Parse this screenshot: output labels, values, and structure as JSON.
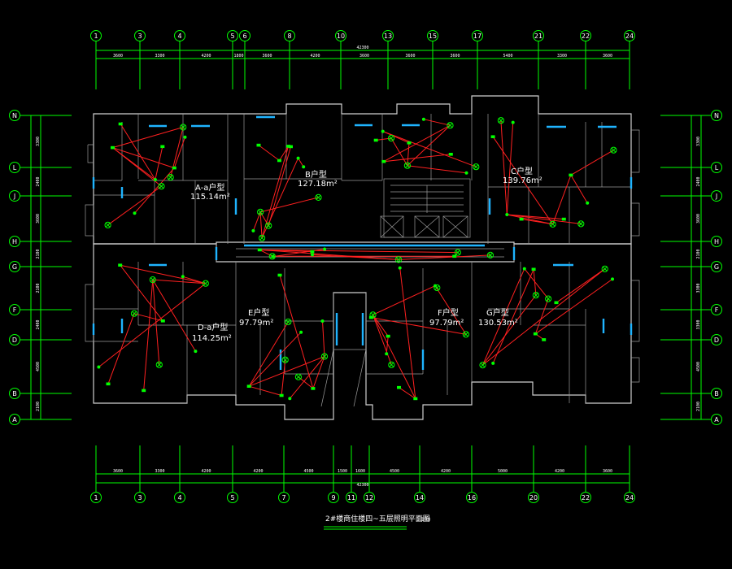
{
  "axes": {
    "top_labels": [
      "1",
      "3",
      "4",
      "5",
      "6",
      "8",
      "10",
      "13",
      "15",
      "17",
      "21",
      "22",
      "24"
    ],
    "bottom_labels": [
      "1",
      "3",
      "4",
      "5",
      "7",
      "9",
      "11",
      "12",
      "14",
      "16",
      "20",
      "22",
      "24"
    ],
    "side_labels": [
      "N",
      "L",
      "J",
      "H",
      "G",
      "F",
      "D",
      "B",
      "A"
    ]
  },
  "dimensions": {
    "top_total": "42300",
    "top_segments": [
      "3600",
      "3300",
      "4200",
      "1800",
      "3600",
      "4200",
      "3600",
      "3600",
      "3600",
      "5400",
      "3300",
      "3600"
    ],
    "bottom_total": "42300",
    "bottom_segments": [
      "3600",
      "3300",
      "4200",
      "4200",
      "4500",
      "1500",
      "1600",
      "4500",
      "4200",
      "5000",
      "4200",
      "3600"
    ],
    "left_segments": [
      "3300",
      "2400",
      "3600",
      "2100",
      "2100",
      "2400",
      "4500",
      "2100"
    ],
    "right_segments": [
      "3300",
      "2400",
      "3600",
      "2100",
      "3300",
      "3300",
      "4500",
      "2100"
    ]
  },
  "units": [
    {
      "name": "A-a户型",
      "area": "115.14m²"
    },
    {
      "name": "B户型",
      "area": "127.18m²"
    },
    {
      "name": "C户型",
      "area": "139.76m²"
    },
    {
      "name": "D-a户型",
      "area": "114.25m²"
    },
    {
      "name": "E户型",
      "area": "97.79m²"
    },
    {
      "name": "F户型",
      "area": "97.79m²"
    },
    {
      "name": "G户型",
      "area": "130.53m²"
    }
  ],
  "title": "2#楼商住楼四~五层照明平面图",
  "scale": "1:100",
  "colors": {
    "background": "#000000",
    "grid": "#00ff00",
    "wall": "#cfcfcf",
    "wiring": "#ff2020",
    "window": "#1fb4ff",
    "fixture": "#00ff00"
  }
}
